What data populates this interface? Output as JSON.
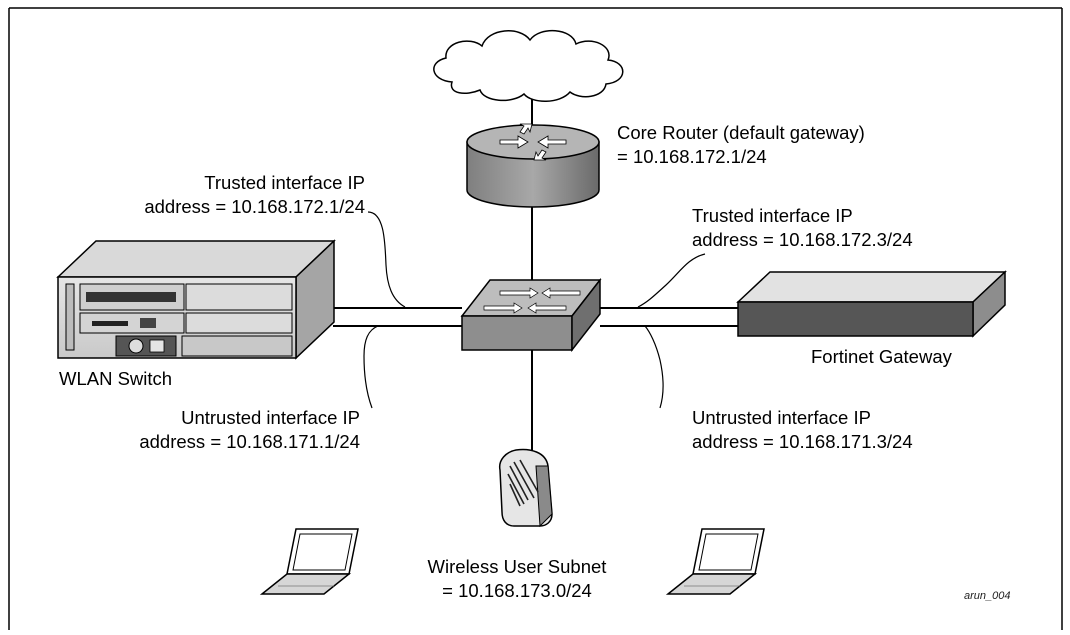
{
  "labels": {
    "core_router": [
      "Core Router (default gateway)",
      "= 10.168.172.1/24"
    ],
    "wlan_trusted": [
      "Trusted interface IP",
      "address = 10.168.172.1/24"
    ],
    "fortinet_trusted": [
      "Trusted interface IP",
      "address = 10.168.172.3/24"
    ],
    "fortinet_gateway": "Fortinet Gateway",
    "wlan_switch": "WLAN Switch",
    "wlan_untrusted": [
      "Untrusted interface IP",
      "address = 10.168.171.1/24"
    ],
    "fortinet_untrusted": [
      "Untrusted interface IP",
      "address = 10.168.171.3/24"
    ],
    "wireless_subnet": [
      "Wireless User Subnet",
      "= 10.168.173.0/24"
    ],
    "figure_tag": "arun_004"
  },
  "icons": [
    "cloud-icon",
    "router-icon",
    "switch-icon",
    "wlan-switch-icon",
    "gateway-icon",
    "access-point-icon",
    "laptop-icon"
  ]
}
